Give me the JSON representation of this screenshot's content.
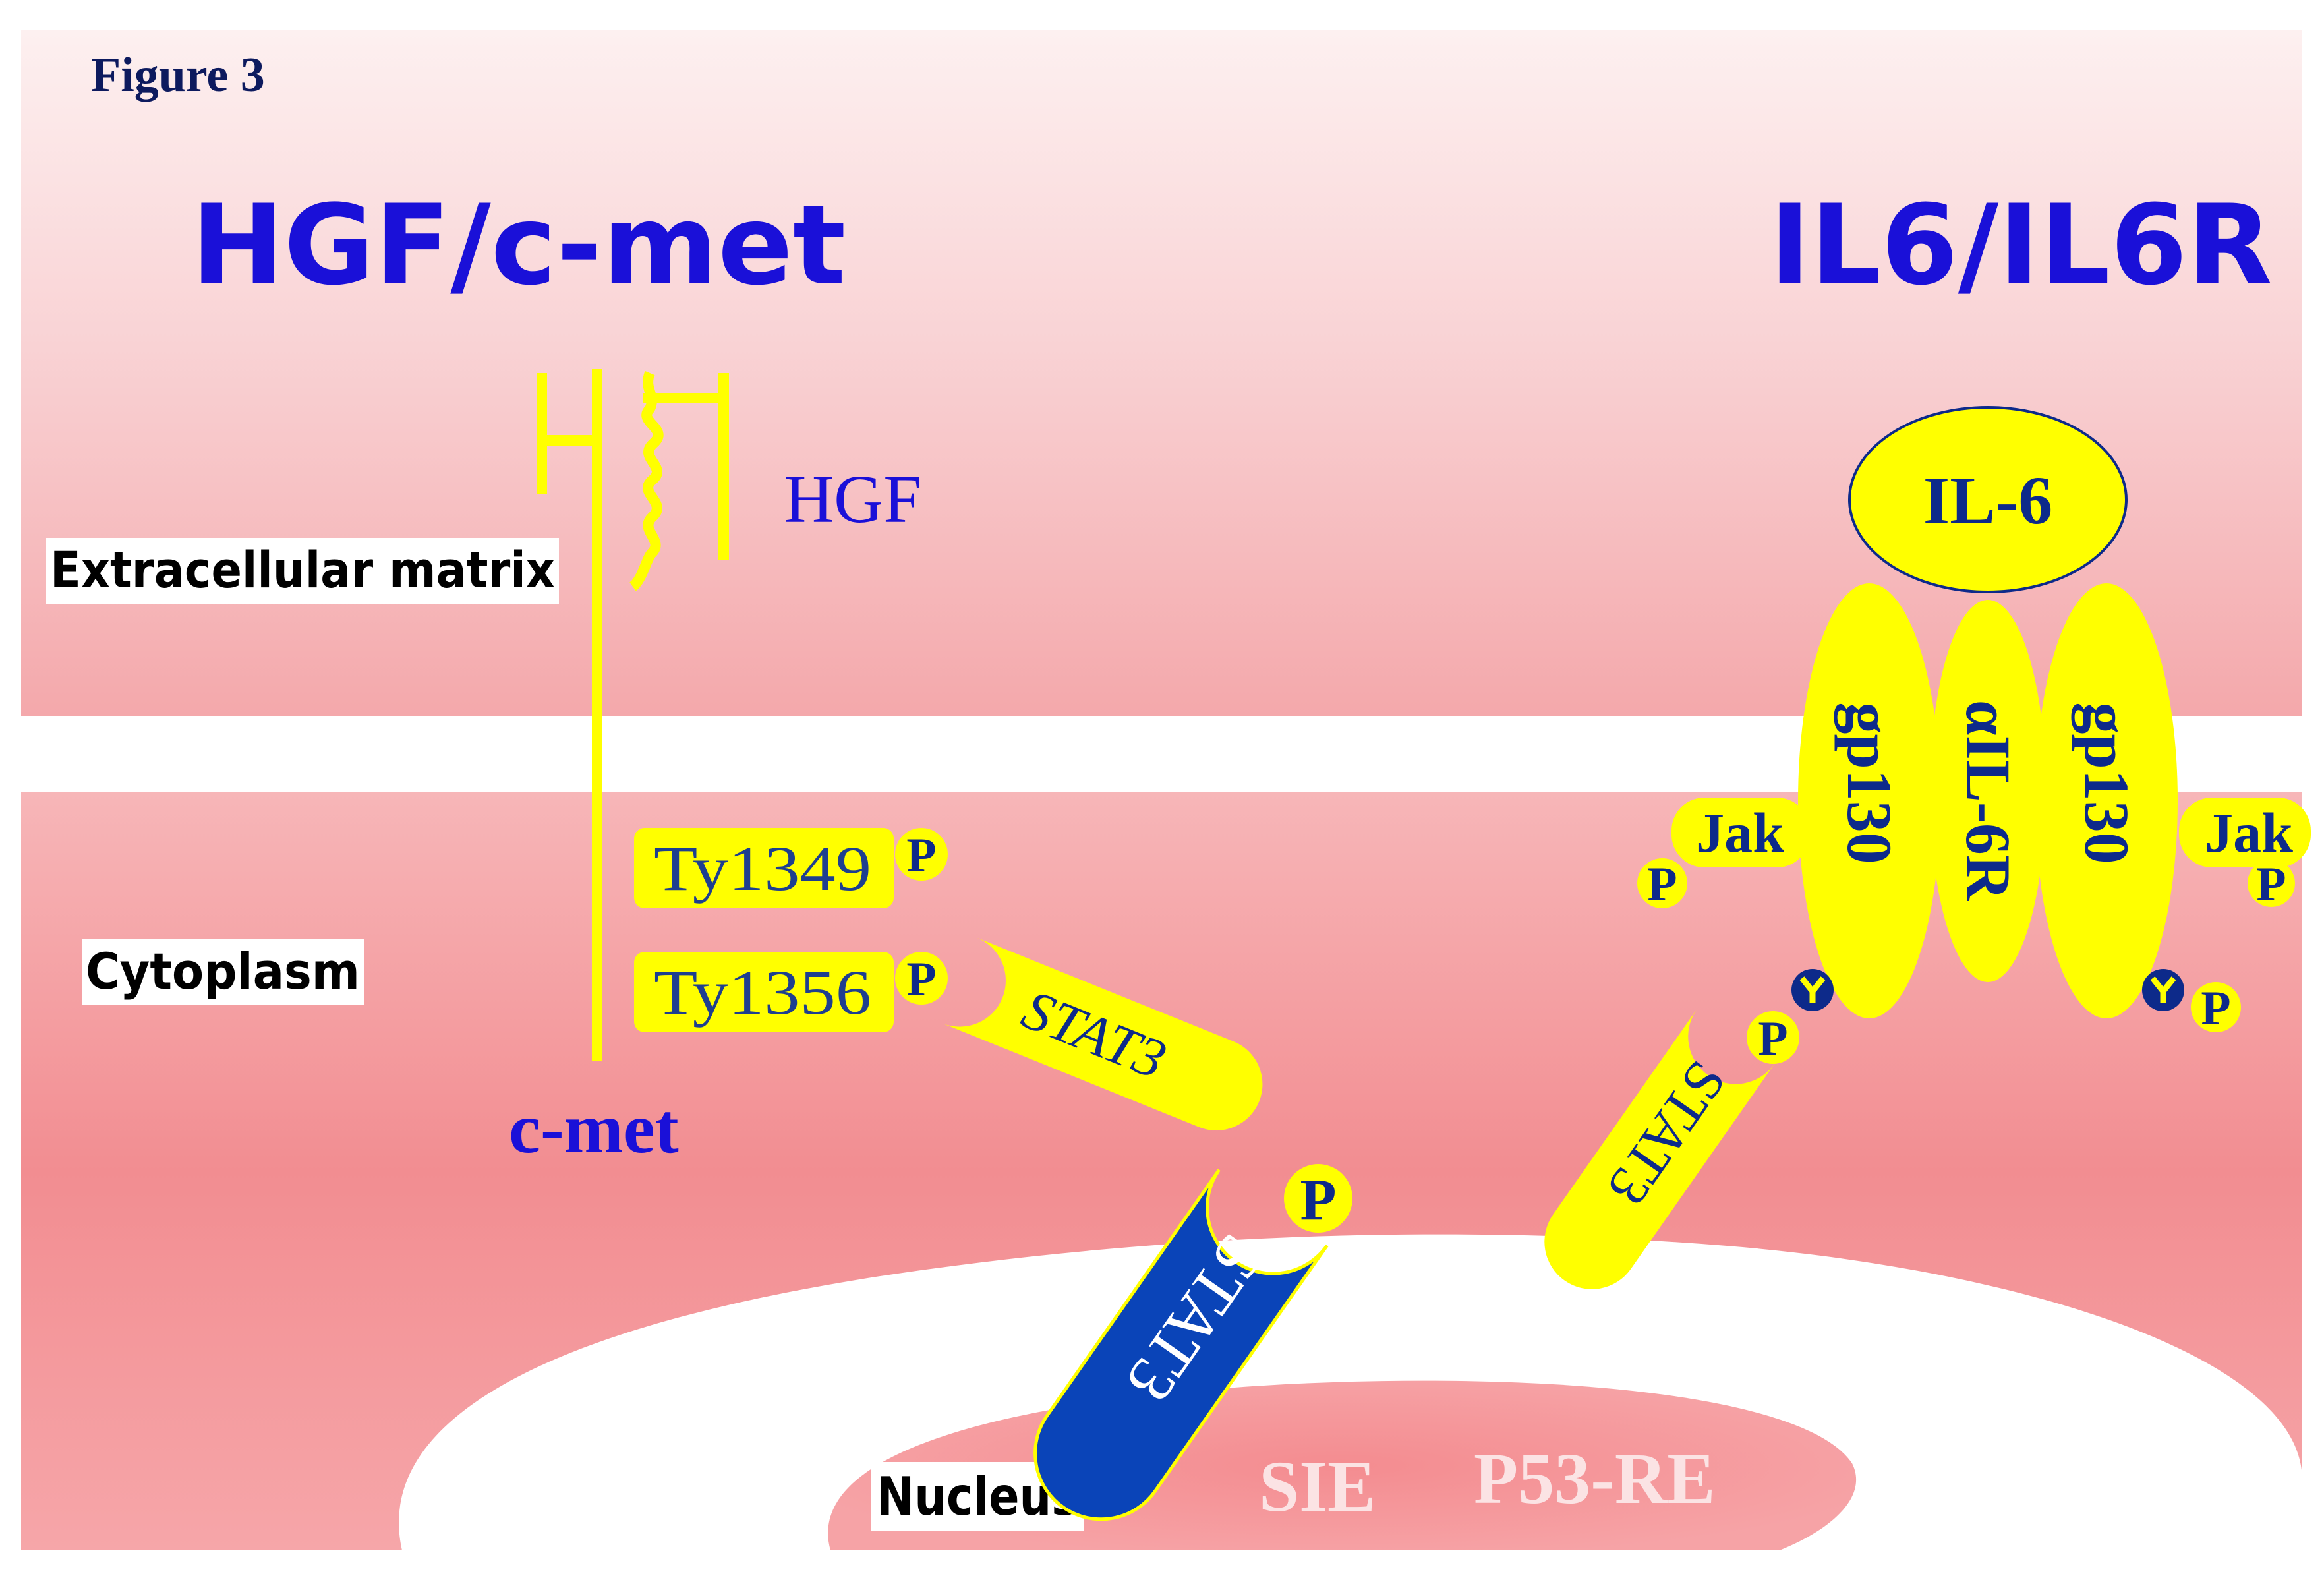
{
  "figure": {
    "label": "Figure 3",
    "left_title": "HGF/c-met",
    "right_title": "IL6/IL6R"
  },
  "compartments": {
    "extracellular": "Extracellular matrix",
    "cytoplasm": "Cytoplasm",
    "nucleus": "Nucleus"
  },
  "hgf_pathway": {
    "ligand": "HGF",
    "receptor": "c-met",
    "sites": [
      {
        "label": "Ty1349",
        "phospho": "P"
      },
      {
        "label": "Ty1356",
        "phospho": "P"
      }
    ],
    "stat": "STAT3"
  },
  "il6_pathway": {
    "ligand": "IL-6",
    "receptor_left": "gp130",
    "receptor_center": "αIL-6R",
    "receptor_right": "gp130",
    "kinase_left": "Jak",
    "kinase_right": "Jak",
    "phospho": "P",
    "stat": "STAT3"
  },
  "nuclear": {
    "stat": "STAT3",
    "phospho": "P",
    "elements": [
      "SIE",
      "P53-RE"
    ]
  },
  "colors": {
    "yellow": "#ffff00",
    "blue_text": "#1a10d8",
    "navy": "#0d2a8a",
    "membrane_white": "#ffffff",
    "pink_light": "#fbe5e6",
    "pink_mid": "#f5b3b6",
    "pink_dark": "#f08a8e",
    "stat_blue": "#0a44b8"
  }
}
